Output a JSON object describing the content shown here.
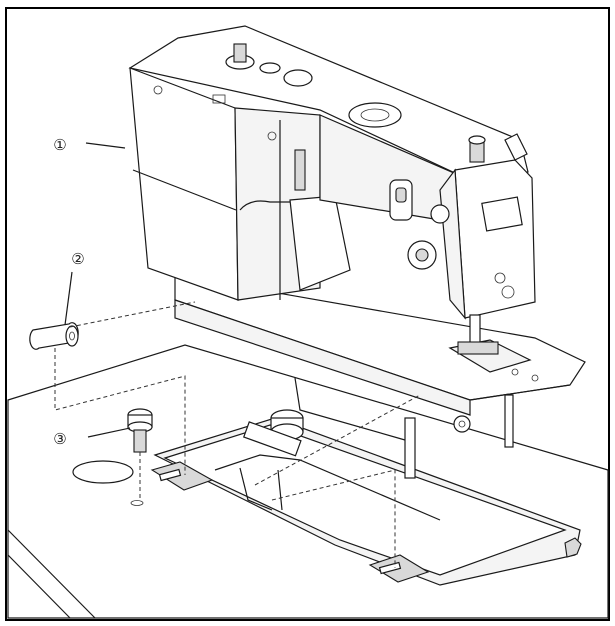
{
  "callouts": [
    {
      "number": "①",
      "part": 1
    },
    {
      "number": "②",
      "part": 2
    },
    {
      "number": "③",
      "part": 3
    }
  ],
  "colors": {
    "line": "#1a1a1a",
    "background": "#ffffff",
    "frame": "#000000"
  }
}
